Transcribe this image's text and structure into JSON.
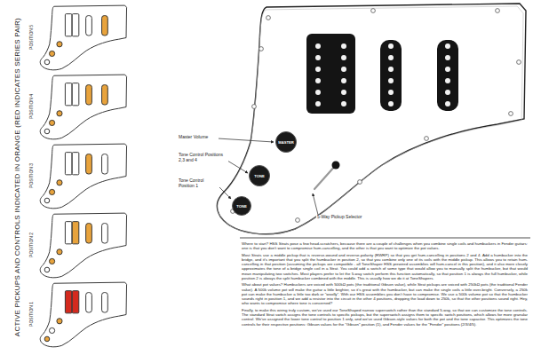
{
  "diagram": {
    "nodes": [
      {
        "text": [
          "MASTER"
        ]
      },
      {
        "text": [
          "TONE"
        ]
      },
      {
        "text": [
          "TONE"
        ]
      }
    ],
    "labels": [
      "ACTIVE PICKUPS AND CONTROLS INDICATED IN ORANGE (RED INDICATES SERIES PAIR)",
      "POSITION 5",
      "POSITION 4",
      "POSITION 3",
      "POSITION 2",
      "POSITION 1",
      "Master Volume",
      "Tone Control Positions 2,3 and 4",
      "Tone Control Position 1",
      "5-Way Pickup Selector",
      "Where to start? HSS Strats pose a few head-scratchers, because there are a couple of challenges when you combine single coils and humbuckers in Fender guitars: one is that you don't want to compromise hum-cancelling, and the other is that you want to optimize the pot values.",
      "Most Strats use a middle pickup that is reverse-wound and reverse-polarity (RWRP) so that you get hum-cancelling in positions 2 and 4. Add a humbucker into the bridge, and it's important that you split the humbucker in position 2, so that you combine only one of its coils with the middle pickup. This allows you to retain hum-cancelling in that position (assuming the pickups are compatible - all ToneShaper HSS prewired assemblies will hum-cancel in this position), and it also more closely approximates the tone of a bridge single coil in a Strat. You could add a switch of some type that would allow you to manually split the humbucker, but that would mean manipulating two switches. Most players prefer to let the 5-way switch perform this function automatically, so that position 1 is always the full humbucker, while position 2 is always the split humbucker combined with the middle. This is usually how we do it at ToneShapers.",
      "What about pot values? Humbuckers are voiced with 500kΩ pots (the traditional Gibson value), while Strat pickups are voiced with 250kΩ pots (the traditional Fender value). A 500k volume pot will make the guitar a little brighter, so it's great with the humbucker, but can make the single coils a little over-bright. Conversely, a 250k pot can make the humbucker a little too dark or \"woolly\". With our HSS assemblies you don't have to compromise. We use a 500k volume pot so that the humbucker sounds right in position 1, and we add a resistor into the circuit in the other 4 positions, dropping the load down to 250k, so that the other positions sound right. Hey, who wants to compromise where tone is concerned?",
      "Finally, to make this wiring truly custom, we've used our ToneShaped narrow superswitch rather than the standard 5-way, so that we can customize the tone controls. The standard Strat switch assigns the tone controls to specific pickups, but the superswitch assigns them to specific switch positions, which allows for more granular control. We've assigned the lower tone control to position 1 only, and we've used Gibson-style values for both the pot and the tone capacitor. This optimizes the tone controls for their respective positions: Gibson values for the \"Gibson\" position (1), and Fender values for the \"Fender\" positions (2/3/4/5)."
    ]
  }
}
